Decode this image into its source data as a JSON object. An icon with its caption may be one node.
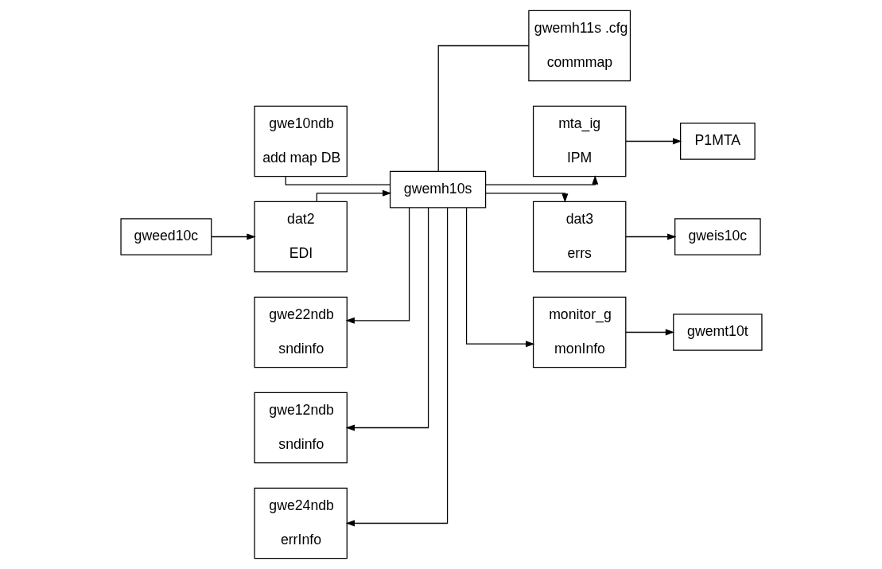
{
  "diagram": {
    "nodes": [
      {
        "text": [
          "gwe10ndb",
          "add map DB"
        ]
      },
      {
        "text": [
          "gwemh11s .cfg",
          "commmap"
        ]
      },
      {
        "text": [
          "gweed10c"
        ]
      },
      {
        "text": [
          "dat2",
          "EDI"
        ]
      },
      {
        "text": [
          "gwemh10s"
        ]
      },
      {
        "text": [
          "mta_ig",
          "IPM"
        ]
      },
      {
        "text": [
          "P1MTA"
        ]
      },
      {
        "text": [
          "gwe22ndb",
          "sndinfo"
        ]
      },
      {
        "text": [
          "dat3",
          "errs"
        ]
      },
      {
        "text": [
          "gweis10c"
        ]
      },
      {
        "text": [
          "gwe12ndb",
          "sndinfo"
        ]
      },
      {
        "text": [
          "monitor_g",
          "monInfo"
        ]
      },
      {
        "text": [
          "gwemt10t"
        ]
      },
      {
        "text": [
          "gwe24ndb",
          "errInfo"
        ]
      }
    ],
    "edges": [
      {
        "from": 2,
        "to": 3,
        "arrow": "to"
      },
      {
        "from": 3,
        "to": 4,
        "arrow": "to"
      },
      {
        "from": 0,
        "to": 4,
        "arrow": "none"
      },
      {
        "from": 4,
        "to": 1,
        "arrow": "none"
      },
      {
        "from": 4,
        "to": 5,
        "arrow": "to"
      },
      {
        "from": 5,
        "to": 6,
        "arrow": "to"
      },
      {
        "from": 4,
        "to": 7,
        "arrow": "to"
      },
      {
        "from": 4,
        "to": 8,
        "arrow": "to"
      },
      {
        "from": 8,
        "to": 9,
        "arrow": "to"
      },
      {
        "from": 4,
        "to": 10,
        "arrow": "to"
      },
      {
        "from": 4,
        "to": 11,
        "arrow": "to"
      },
      {
        "from": 11,
        "to": 12,
        "arrow": "to"
      },
      {
        "from": 4,
        "to": 13,
        "arrow": "to"
      }
    ]
  }
}
